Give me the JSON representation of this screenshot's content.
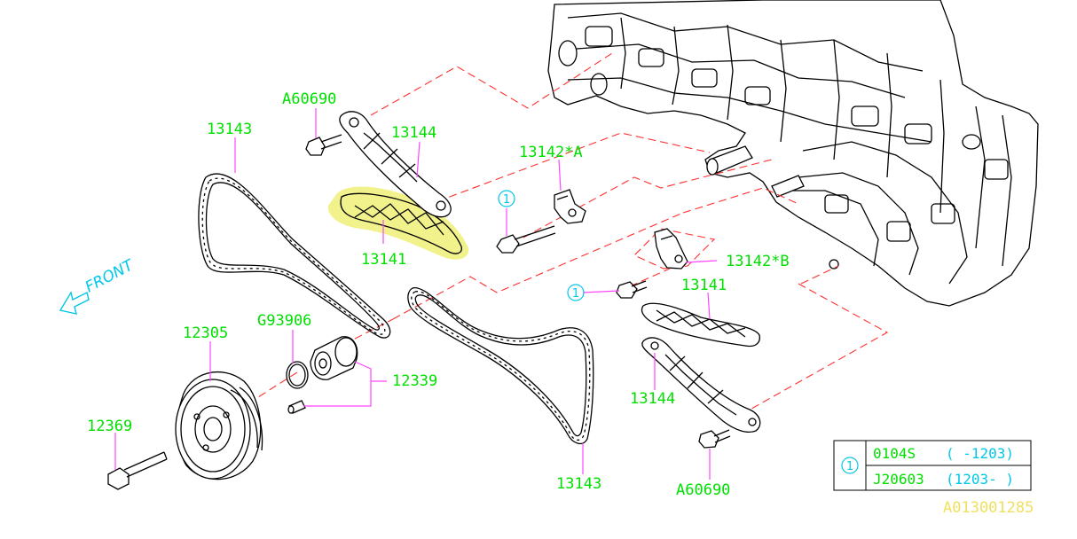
{
  "diagram": {
    "reference_code": "A013001285",
    "direction_label": "FRONT",
    "callouts": {
      "a60690_top": "A60690",
      "p13143_left": "13143",
      "p13144_top": "13144",
      "p13141_hl": "13141",
      "p13142a": "13142*A",
      "p13142b": "13142*B",
      "p13141_right": "13141",
      "p13144_right": "13144",
      "p12305": "12305",
      "g93906": "G93906",
      "p12339": "12339",
      "p12369": "12369",
      "p13143_bottom": "13143",
      "a60690_bottom": "A60690"
    },
    "markers": {
      "bolt_a": "1",
      "bolt_b": "1"
    },
    "table": {
      "marker": "1",
      "rows": [
        {
          "part": "0104S",
          "range": "( -1203)"
        },
        {
          "part": "J20603",
          "range": "(1203- )"
        }
      ]
    },
    "colors": {
      "part_number": "#00e000",
      "note": "#00c8e8",
      "leader": "#ff44ff",
      "dashed_line": "#ff3030",
      "highlight": "#eeee66"
    }
  }
}
